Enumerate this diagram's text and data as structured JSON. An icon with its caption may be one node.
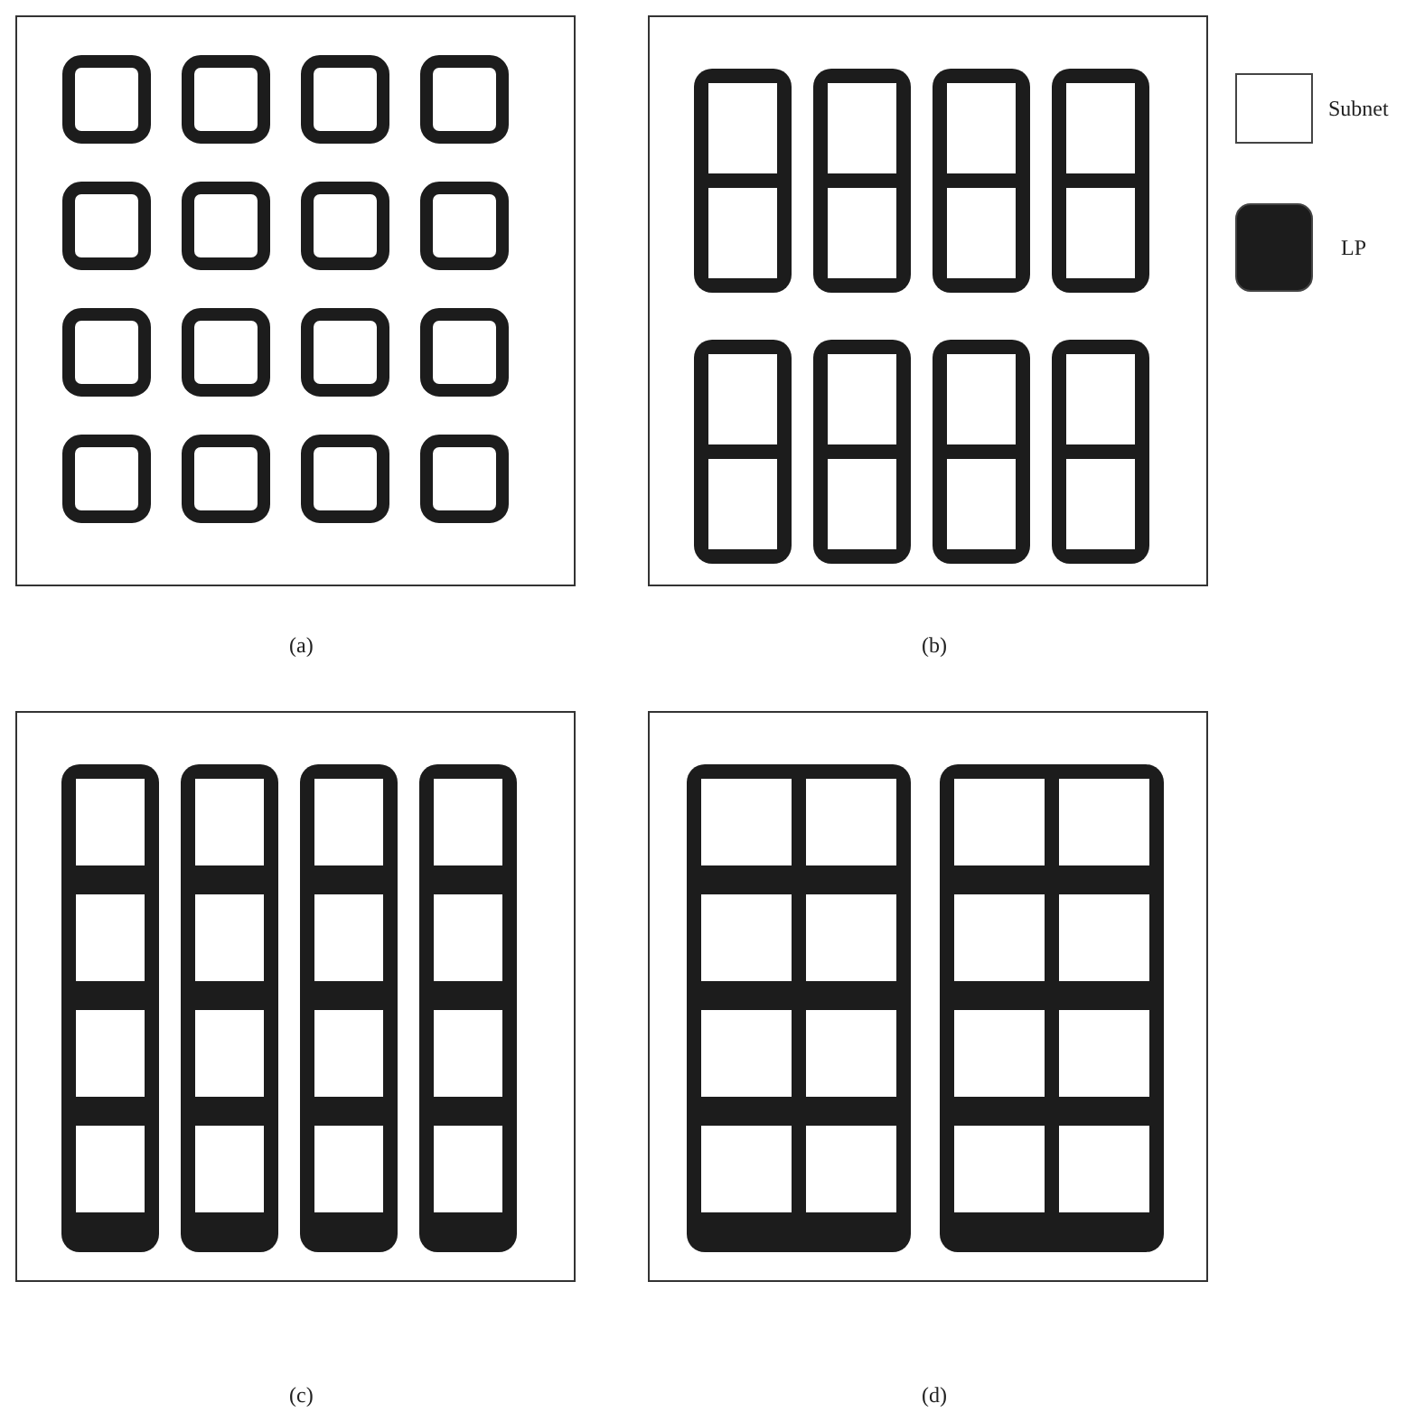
{
  "diagram": {
    "labels": [
      "(a)",
      "(b)",
      "(c)",
      "(d)"
    ],
    "legend": [
      {
        "text": "Subnet",
        "color": "#ffffff"
      },
      {
        "text": "LP",
        "color": "#1c1c1c"
      }
    ]
  }
}
